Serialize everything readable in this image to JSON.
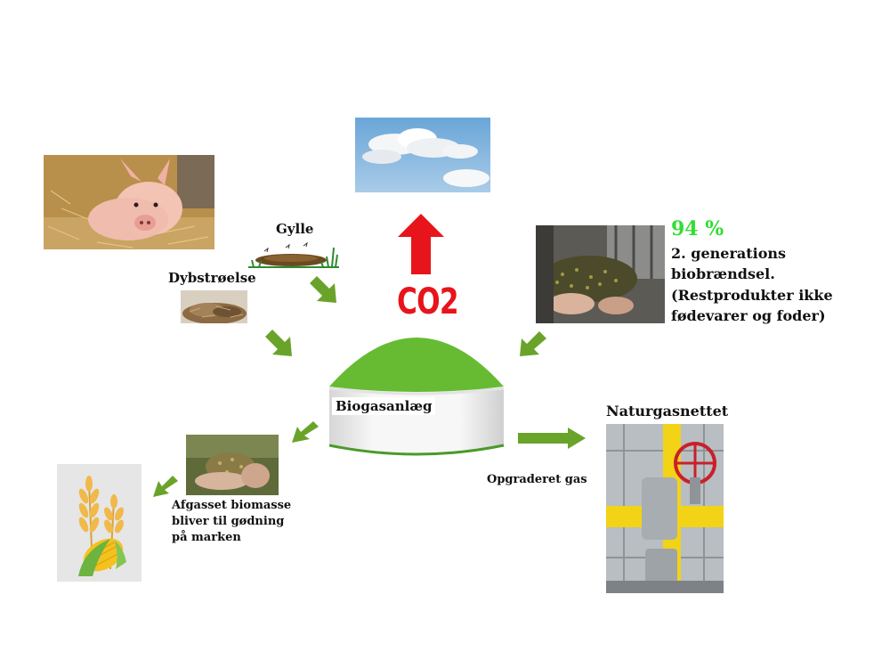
{
  "labels": {
    "gylle": "Gylle",
    "dybstroelse": "Dybstrøelse",
    "co2": "CO2",
    "biogasanlaeg": "Biogasanlæg",
    "naturgasnettet": "Naturgasnettet",
    "opgraderet_gas": "Opgraderet gas",
    "biomasse_line1": "Afgasset biomasse",
    "biomasse_line2": "bliver til gødning",
    "biomasse_line3": "på marken",
    "percent": "94 %",
    "fuel_line1": "2. generations",
    "fuel_line2": "biobrændsel.",
    "fuel_line3": "(Restprodukter ikke",
    "fuel_line4": "fødevarer og foder)"
  },
  "colors": {
    "arrow_green": "#6aa32a",
    "dome_green": "#66bb33",
    "co2_red": "#e8141b",
    "percent_green": "#33dd33"
  }
}
